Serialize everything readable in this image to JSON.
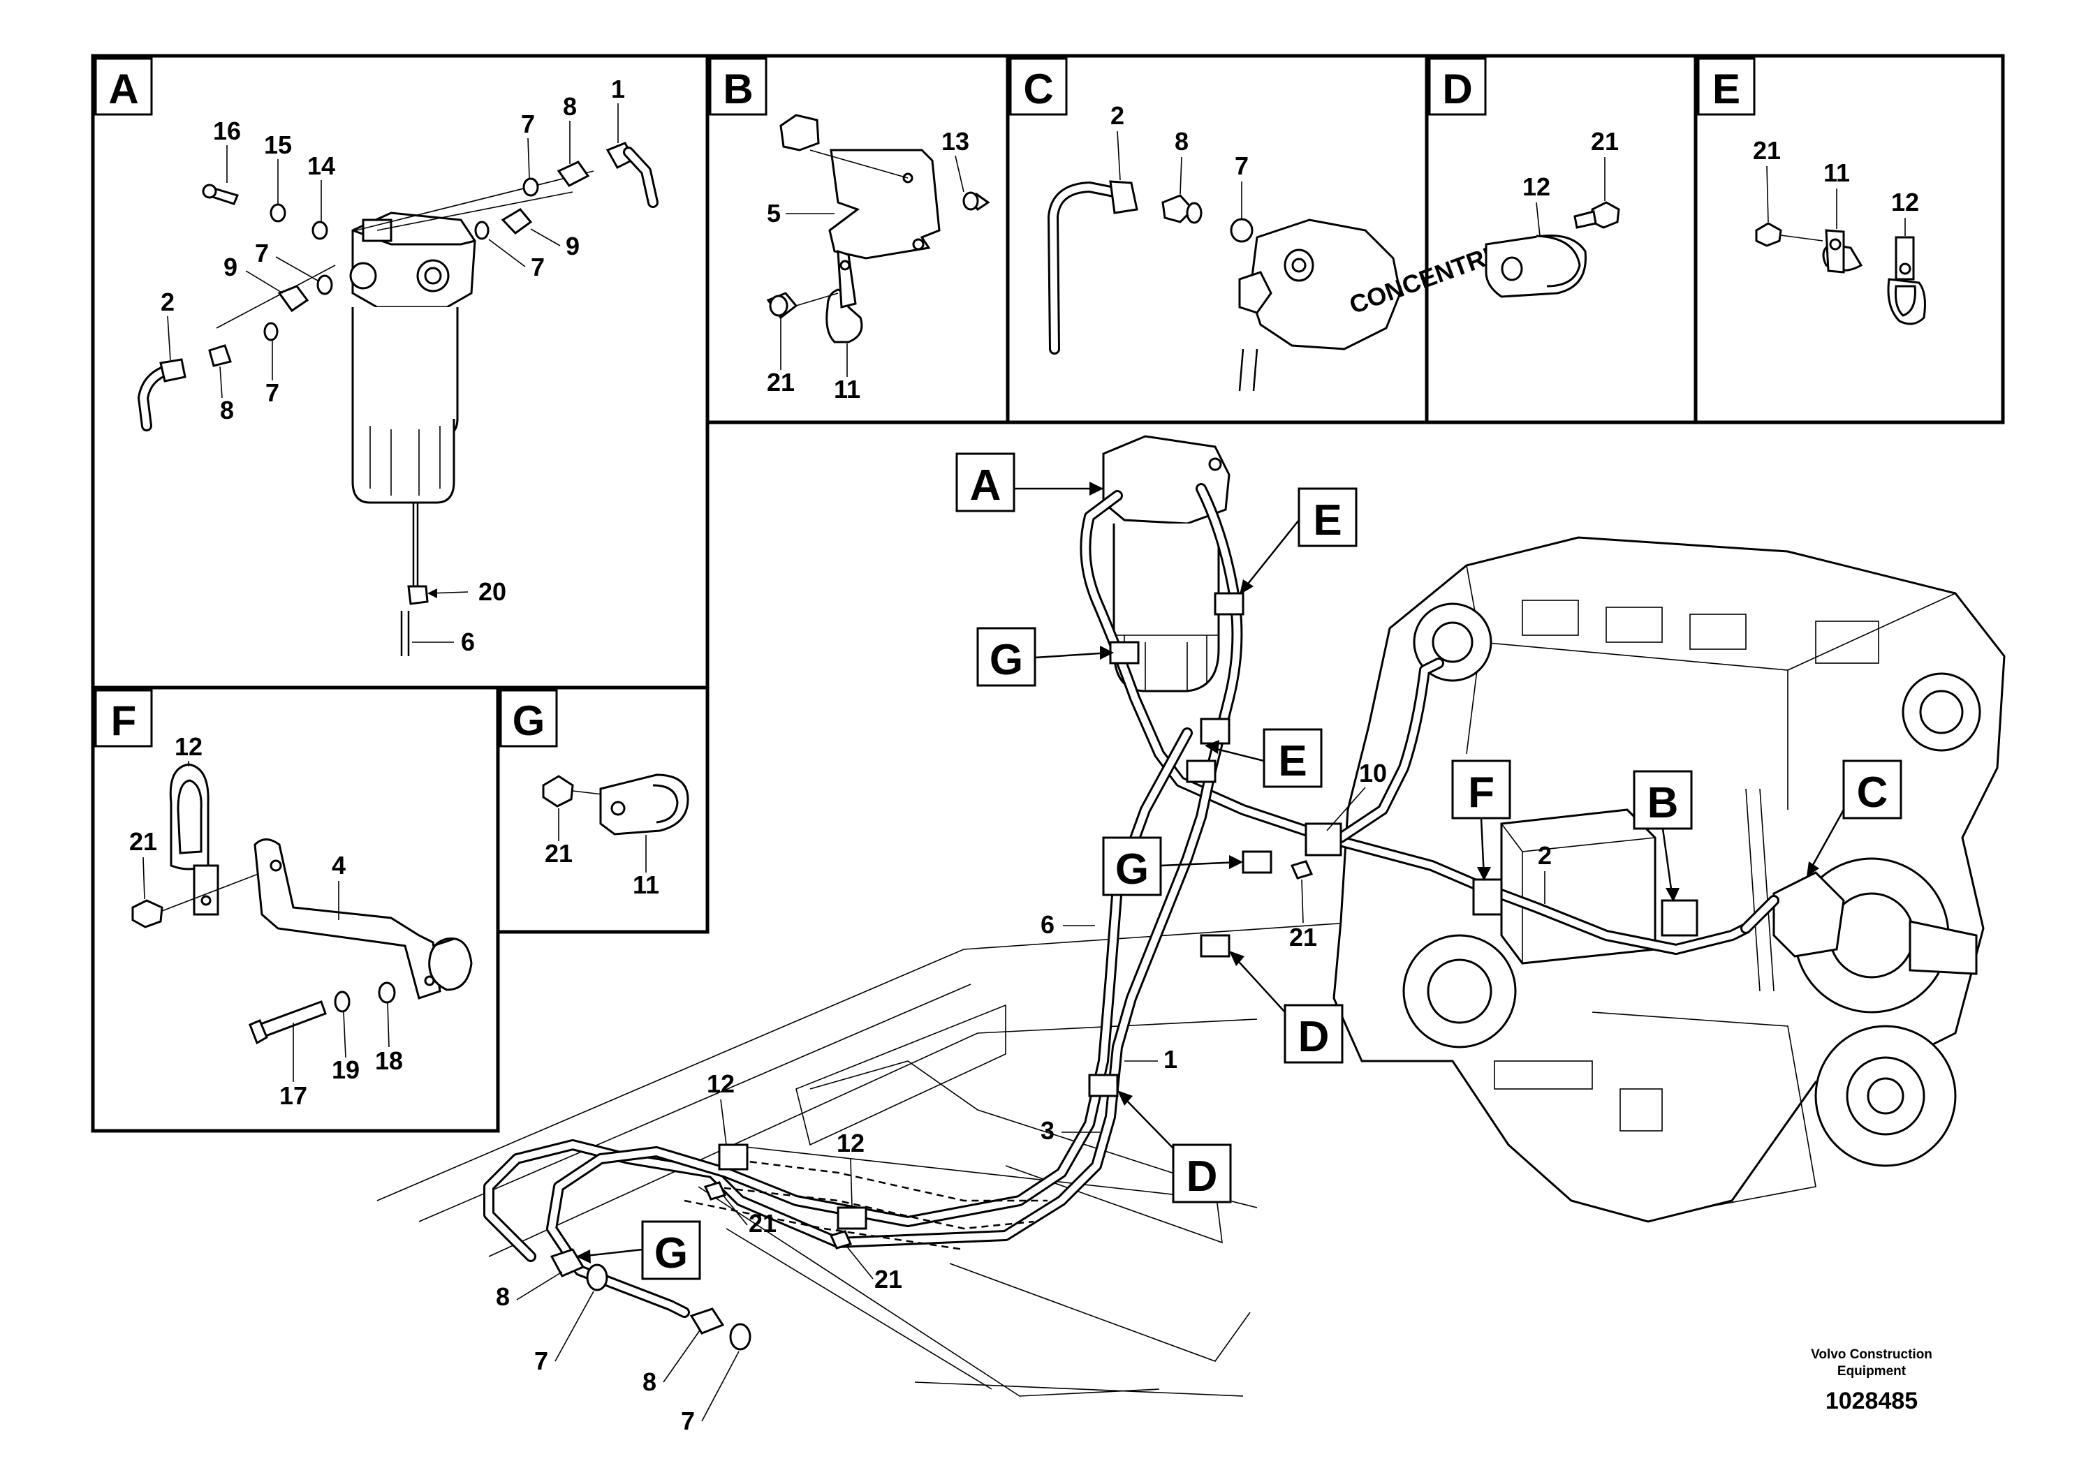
{
  "detail_boxes": {
    "A": {
      "label": "A",
      "callouts": [
        "16",
        "15",
        "14",
        "7",
        "8",
        "1",
        "9",
        "7",
        "9",
        "7",
        "2",
        "8",
        "7",
        "20",
        "6"
      ]
    },
    "B": {
      "label": "B",
      "callouts": [
        "13",
        "5",
        "21",
        "11"
      ]
    },
    "C": {
      "label": "C",
      "callouts": [
        "2",
        "8",
        "7"
      ],
      "part_marking": "CONCENTRIC"
    },
    "D": {
      "label": "D",
      "callouts": [
        "21",
        "12"
      ]
    },
    "E": {
      "label": "E",
      "callouts": [
        "21",
        "11",
        "12"
      ]
    },
    "F": {
      "label": "F",
      "callouts": [
        "12",
        "21",
        "4",
        "17",
        "19",
        "18"
      ]
    },
    "G": {
      "label": "G",
      "callouts": [
        "21",
        "11"
      ]
    }
  },
  "main_view": {
    "view_labels": [
      "A",
      "E",
      "G",
      "E",
      "G",
      "F",
      "B",
      "C",
      "D",
      "D",
      "G"
    ],
    "callouts": [
      "10",
      "2",
      "21",
      "6",
      "1",
      "3",
      "12",
      "12",
      "21",
      "21",
      "8",
      "7",
      "8",
      "7"
    ]
  },
  "footer": {
    "credit_line1": "Volvo Construction",
    "credit_line2": "Equipment",
    "doc_number": "1028485"
  },
  "colors": {
    "line": "#000000",
    "background": "#ffffff"
  }
}
